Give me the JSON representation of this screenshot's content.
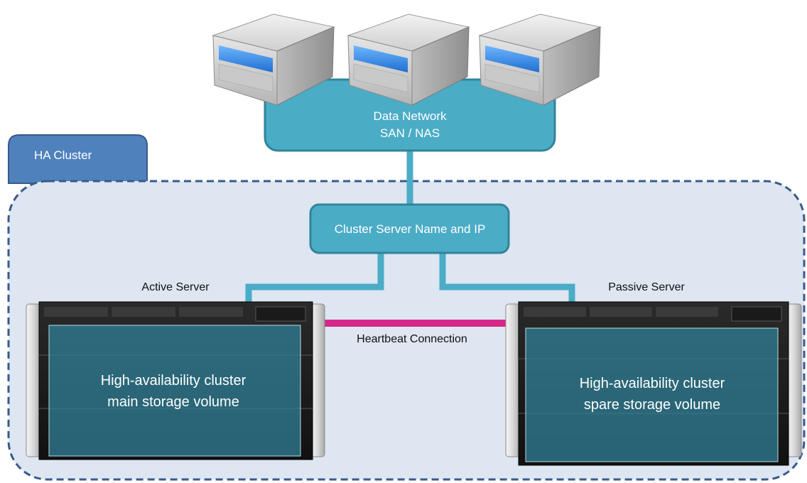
{
  "ha_cluster": {
    "tab_label": "HA Cluster"
  },
  "data_network": {
    "line1": "Data Network",
    "line2": "SAN / NAS"
  },
  "cluster_server": {
    "label": "Cluster Server Name and IP"
  },
  "heartbeat": {
    "label": "Heartbeat Connection"
  },
  "active_server": {
    "label": "Active Server",
    "volume_line1": "High-availability  cluster",
    "volume_line2": "main storage volume"
  },
  "passive_server": {
    "label": "Passive Server",
    "volume_line1": "High-availability  cluster",
    "volume_line2": "spare storage volume"
  },
  "colors": {
    "cluster_bg": "#dde6f1",
    "cluster_border": "#3a5a8a",
    "tab_fill": "#4f81bd",
    "network_fill": "#4bacc6",
    "network_border": "#31849b",
    "heartbeat": "#d6278a",
    "volume_overlay": "#31849b"
  }
}
